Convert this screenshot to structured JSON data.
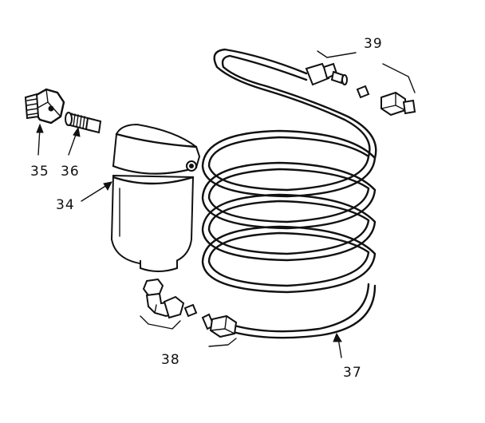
{
  "diagram": {
    "callouts": [
      {
        "id": "callout-35",
        "text": "35"
      },
      {
        "id": "callout-36",
        "text": "36"
      },
      {
        "id": "callout-34",
        "text": "34"
      },
      {
        "id": "callout-38",
        "text": "38"
      },
      {
        "id": "callout-37",
        "text": "37"
      },
      {
        "id": "callout-39",
        "text": "39"
      }
    ],
    "parts": [
      {
        "name": "plug-nut",
        "callout": "35"
      },
      {
        "name": "threaded-nipple",
        "callout": "36"
      },
      {
        "name": "oil-cup-reservoir",
        "callout": "34"
      },
      {
        "name": "elbow-fitting-assembly",
        "callout": "38"
      },
      {
        "name": "coiled-tube",
        "callout": "37"
      },
      {
        "name": "tube-fitting-assembly",
        "callout": "39"
      }
    ]
  }
}
